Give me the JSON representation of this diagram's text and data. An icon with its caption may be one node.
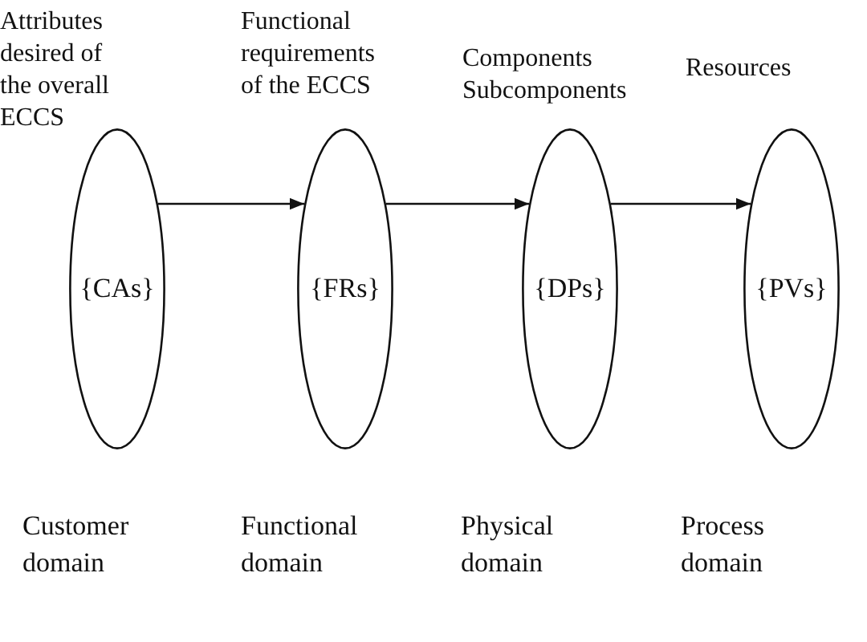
{
  "diagram": {
    "nodes": [
      {
        "text": [
          "Attributes desired of the overall ECCS",
          "{CAs}"
        ],
        "beside": [
          "Customer domain"
        ]
      },
      {
        "text": [
          "Functional requirements of the ECCS",
          "{FRs}"
        ],
        "beside": [
          "Functional domain"
        ]
      },
      {
        "text": [
          "Components Subcomponents",
          "{DPs}"
        ],
        "beside": [
          "Physical domain"
        ]
      },
      {
        "text": [
          "Resources",
          "{PVs}"
        ],
        "beside": [
          "Process domain"
        ]
      }
    ],
    "edges": [
      {
        "from": 0,
        "to": 1,
        "arrow": "to"
      },
      {
        "from": 1,
        "to": 2,
        "arrow": "to"
      },
      {
        "from": 2,
        "to": 3,
        "arrow": "to"
      }
    ]
  }
}
